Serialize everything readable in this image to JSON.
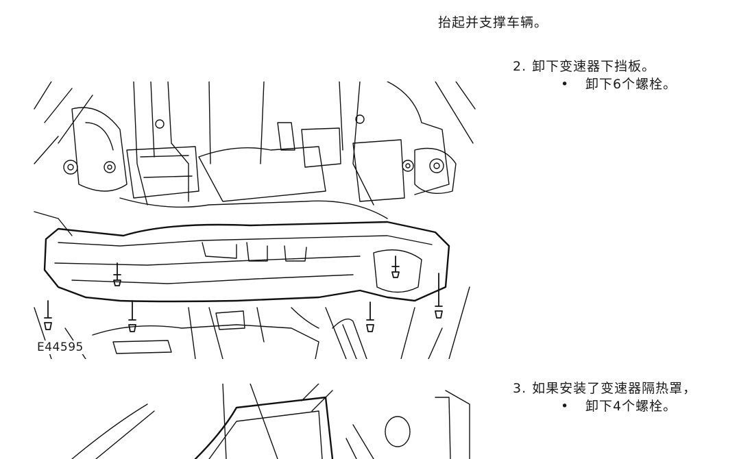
{
  "intro": "抬起并支撑车辆。",
  "steps": [
    {
      "num": "2.",
      "text": "卸下变速器下挡板。",
      "bullet": "卸下6个螺栓。"
    },
    {
      "num": "3.",
      "text": "如果安装了变速器隔热罩，",
      "bullet": "卸下4个螺栓。"
    }
  ],
  "figure": {
    "id": "E44595"
  },
  "icons": {
    "bullet": "bullet-dot-icon",
    "bolt": "bolt-icon"
  }
}
